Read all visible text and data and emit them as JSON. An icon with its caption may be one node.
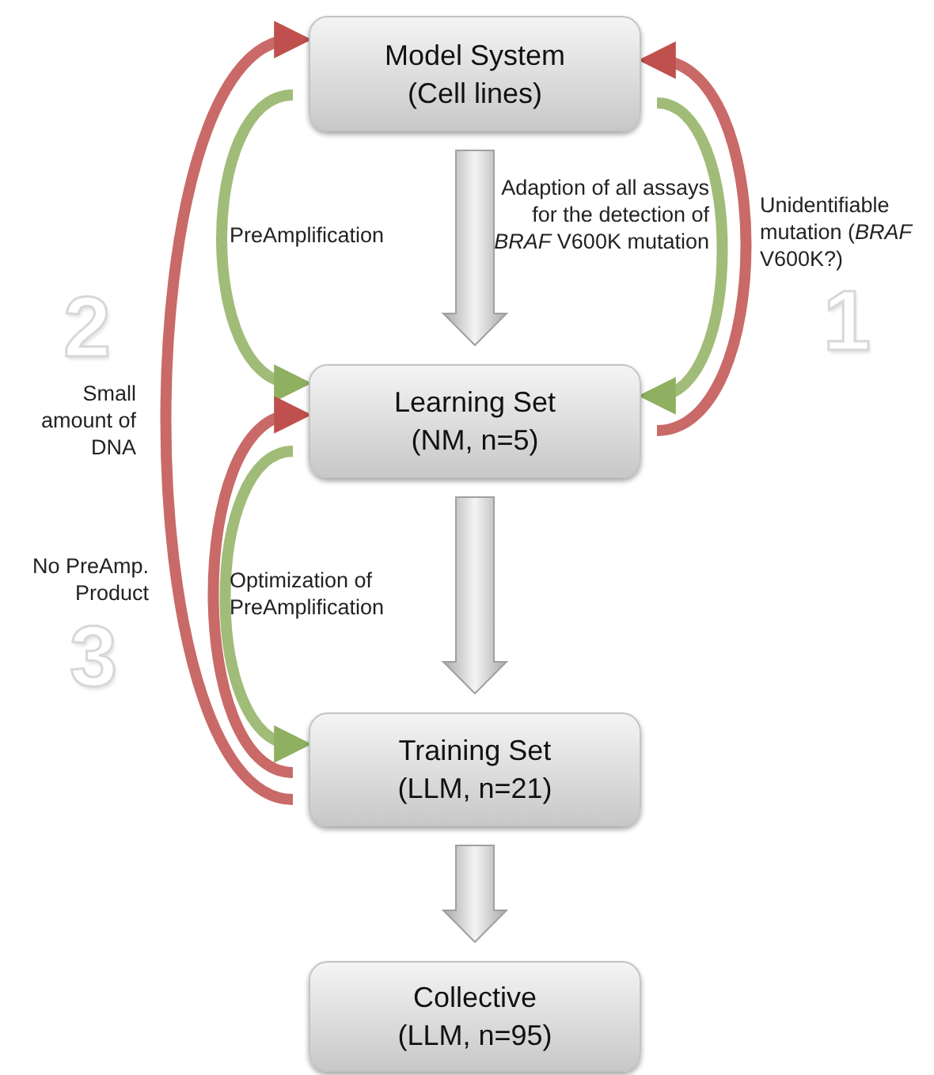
{
  "diagram": {
    "nodes": [
      {
        "text": [
          "Model System",
          "(Cell lines)"
        ]
      },
      {
        "text": [
          "Learning Set",
          "(NM, n=5)"
        ]
      },
      {
        "text": [
          "Training Set",
          "(LLM, n=21)"
        ]
      },
      {
        "text": [
          "Collective",
          "(LLM, n=95)"
        ]
      }
    ],
    "edges": [
      {
        "from": 0,
        "to": 1,
        "arrow": "to",
        "style": "thick"
      },
      {
        "from": 1,
        "to": 2,
        "arrow": "to",
        "style": "thick"
      },
      {
        "from": 2,
        "to": 3,
        "arrow": "to",
        "style": "thick"
      },
      {
        "from": 0,
        "to": 1,
        "arrow": "to",
        "label": "PreAmplification",
        "color": "#8fb060"
      },
      {
        "from": 0,
        "to": 1,
        "arrow": "to",
        "label": "Adaption of all assays for the detection of *BRAF* V600K mutation",
        "color": "#8fb060"
      },
      {
        "from": 1,
        "to": 0,
        "arrow": "to",
        "label": "Unidentifiable mutation (*BRAF* V600K?)",
        "color": "#c0504d"
      },
      {
        "from": 2,
        "to": 0,
        "arrow": "to",
        "label": "Small amount of DNA",
        "color": "#c0504d"
      },
      {
        "from": 2,
        "to": 1,
        "arrow": "to",
        "label": "No PreAmp. Product",
        "color": "#c0504d"
      },
      {
        "from": 1,
        "to": 2,
        "arrow": "to",
        "label": "Optimization of PreAmplification",
        "color": "#8fb060"
      }
    ],
    "labels": [
      "1",
      "2",
      "3"
    ]
  }
}
